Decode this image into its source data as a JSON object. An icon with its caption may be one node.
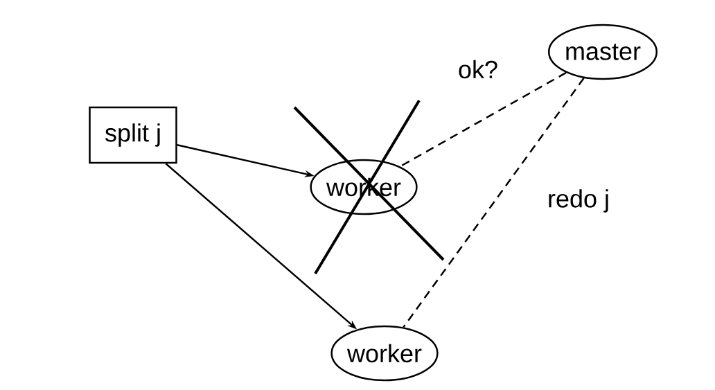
{
  "diagram": {
    "nodes": [
      {
        "text": [
          "split j"
        ]
      },
      {
        "text": [
          "master"
        ]
      },
      {
        "text": [
          "worker"
        ]
      },
      {
        "text": [
          "worker"
        ]
      }
    ],
    "edges": [
      {
        "from": 0,
        "to": 2,
        "arrow": "to"
      },
      {
        "from": 0,
        "to": 3,
        "arrow": "to"
      },
      {
        "from": 1,
        "to": 2,
        "arrow": "none",
        "style": "dashed",
        "label": "ok?"
      },
      {
        "from": 1,
        "to": 3,
        "arrow": "none",
        "style": "dashed",
        "label": "redo j"
      }
    ]
  }
}
